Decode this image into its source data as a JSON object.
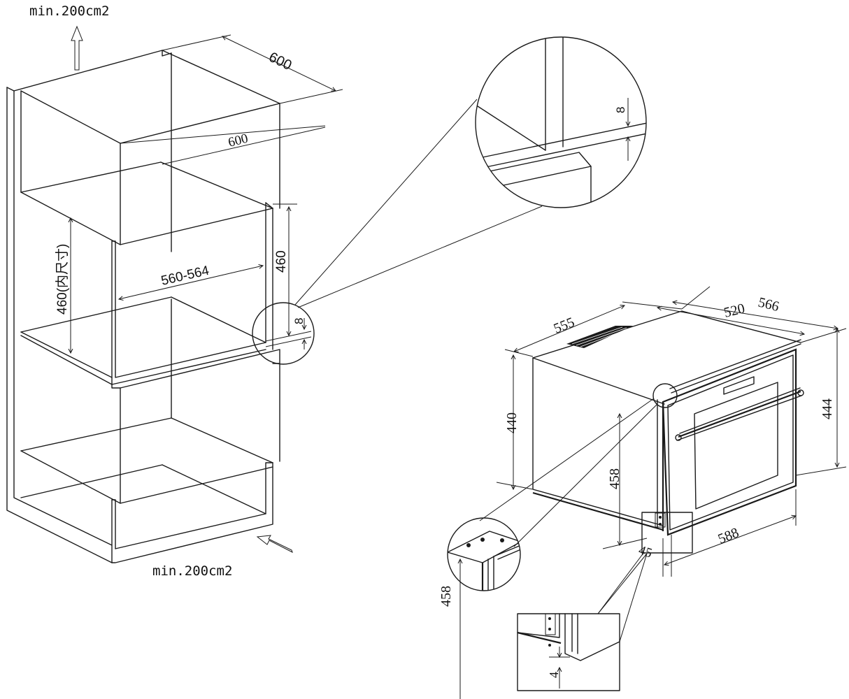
{
  "cabinet": {
    "vent_top_label": "min.200cm2",
    "vent_bottom_label": "min.200cm2",
    "depth_outer": "600",
    "depth_inner": "600",
    "inner_height": "460(内尺寸)",
    "opening_width": "560-564",
    "opening_height": "460",
    "gap": "8"
  },
  "detail_top": {
    "gap": "8"
  },
  "oven": {
    "depth_top": "555",
    "width_inner": "520",
    "width_outer": "566",
    "height_body": "440",
    "height_front": "444",
    "height_door": "458",
    "depth_bottom": "588",
    "offset": "45"
  },
  "detail_left": {
    "height": "458"
  },
  "detail_bottom": {
    "offset": "4"
  }
}
